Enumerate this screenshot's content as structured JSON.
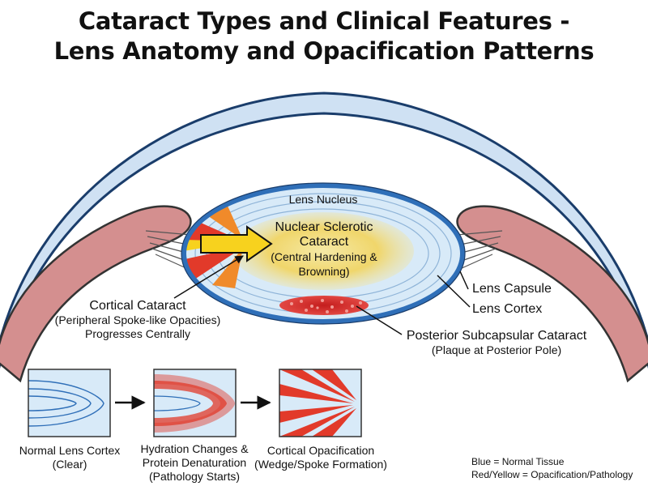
{
  "title": {
    "line1": "Cataract Types and Clinical Features -",
    "line2": "Lens Anatomy and Opacification Patterns"
  },
  "labels": {
    "lens_nucleus": "Lens Nucleus",
    "nuclear": {
      "line1": "Nuclear Sclerotic",
      "line2": "Cataract",
      "line3": "(Central Hardening &",
      "line4": "Browning)"
    },
    "cortical": {
      "title": "Cortical Cataract",
      "sub1": "(Peripheral Spoke-like Opacities)",
      "sub2": "Progresses Centrally"
    },
    "lens_capsule": "Lens Capsule",
    "lens_cortex": "Lens Cortex",
    "psc": {
      "title": "Posterior Subcapsular Cataract",
      "sub": "(Plaque at Posterior Pole)"
    }
  },
  "progression": [
    {
      "line1": "Normal Lens Cortex",
      "line2": "(Clear)",
      "line3": ""
    },
    {
      "line1": "Hydration Changes &",
      "line2": "Protein Denaturation",
      "line3": "(Pathology Starts)"
    },
    {
      "line1": "Cortical Opacification",
      "line2": "(Wedge/Spoke Formation)",
      "line3": ""
    }
  ],
  "legend": {
    "blue": "Blue = Normal Tissue",
    "red": "Red/Yellow = Opacification/Pathology"
  },
  "colors": {
    "cornea": "#cfe1f3",
    "iris": "#d48f8f",
    "lens_fill": "#d8eaf8",
    "lens_capsule": "#2f6fb8",
    "nucleus": "#f0cd58",
    "opacity_red": "#e23a2a",
    "opacity_yellow": "#f7d21e"
  }
}
